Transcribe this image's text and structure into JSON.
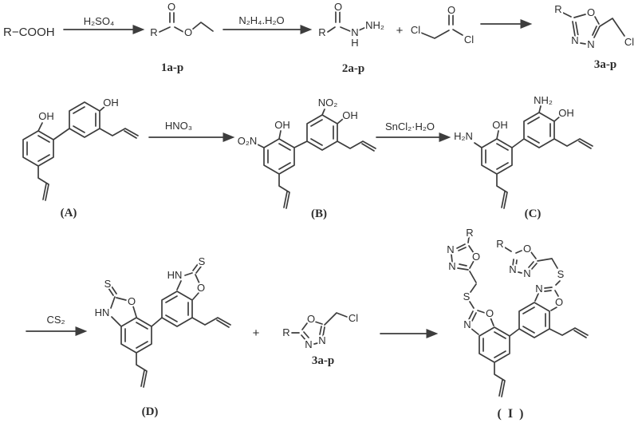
{
  "scheme": {
    "misc": {
      "start": "R−COOH",
      "plus": "+"
    },
    "reagents": {
      "step1": "H₂SO₄",
      "step2": "N₂H₄.H₂O",
      "step3": "HNO₃",
      "step4": "SnCl₂·H₂O",
      "step5": "CS₂"
    },
    "compounds": {
      "c1ap": "1a-p",
      "c2ap": "2a-p",
      "c3ap": "3a-p",
      "A": "(A)",
      "B": "(B)",
      "C": "(C)",
      "D": "(D)",
      "I": "( I )"
    },
    "atoms": {
      "R": "R",
      "O": "O",
      "N": "N",
      "S": "S",
      "Cl": "Cl",
      "H": "H",
      "OH": "OH",
      "HN": "HN",
      "NH2": "NH₂",
      "H2N": "H₂N",
      "NO2": "NO₂",
      "O2N": "O₂N"
    },
    "colors": {
      "bond": "#3d3d3d",
      "label": "#2d2d2d",
      "background": "#ffffff"
    }
  }
}
